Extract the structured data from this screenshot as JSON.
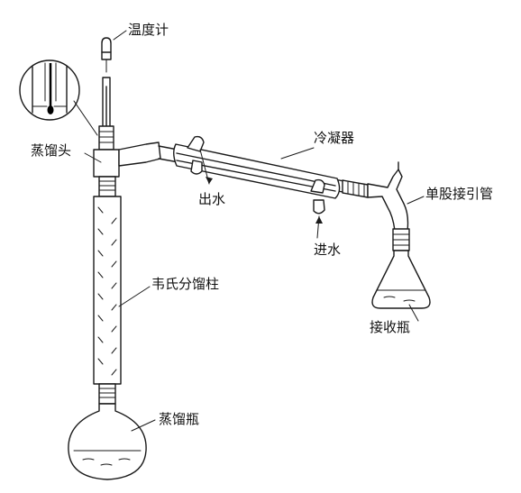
{
  "labels": {
    "thermometer": "温度计",
    "distillation_head": "蒸馏头",
    "condenser": "冷凝器",
    "water_out": "出水",
    "water_in": "进水",
    "adapter": "单股接引管",
    "receiving_flask": "接收瓶",
    "vigreux_column": "韦氏分馏柱",
    "distillation_flask": "蒸馏瓶"
  },
  "colors": {
    "line": "#1a1a1a",
    "background": "#ffffff"
  }
}
